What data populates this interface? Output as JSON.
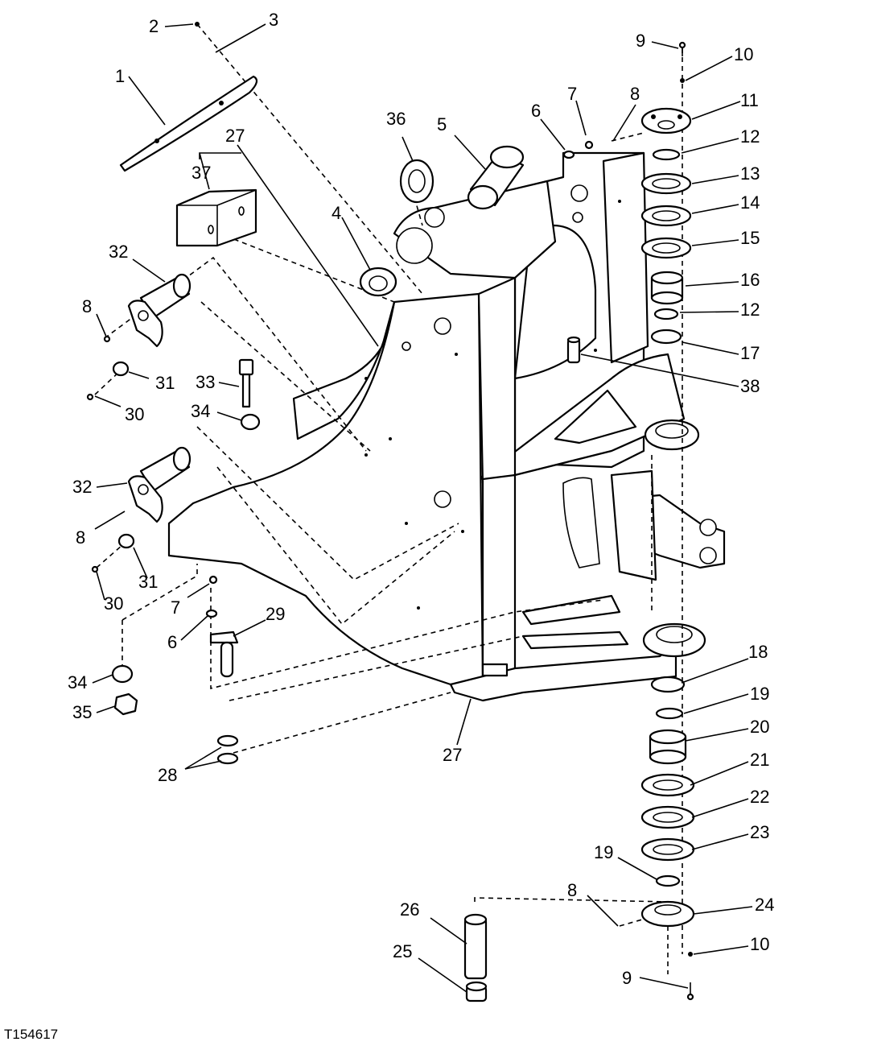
{
  "figure_id": "T154617",
  "callouts": [
    {
      "id": "c-1",
      "label": "1"
    },
    {
      "id": "c-2",
      "label": "2"
    },
    {
      "id": "c-3",
      "label": "3"
    },
    {
      "id": "c-4",
      "label": "4"
    },
    {
      "id": "c-5",
      "label": "5"
    },
    {
      "id": "c-6a",
      "label": "6"
    },
    {
      "id": "c-7a",
      "label": "7"
    },
    {
      "id": "c-8a",
      "label": "8"
    },
    {
      "id": "c-9a",
      "label": "9"
    },
    {
      "id": "c-10a",
      "label": "10"
    },
    {
      "id": "c-11",
      "label": "11"
    },
    {
      "id": "c-12a",
      "label": "12"
    },
    {
      "id": "c-13",
      "label": "13"
    },
    {
      "id": "c-14",
      "label": "14"
    },
    {
      "id": "c-15",
      "label": "15"
    },
    {
      "id": "c-16",
      "label": "16"
    },
    {
      "id": "c-12b",
      "label": "12"
    },
    {
      "id": "c-17",
      "label": "17"
    },
    {
      "id": "c-38",
      "label": "38"
    },
    {
      "id": "c-36",
      "label": "36"
    },
    {
      "id": "c-27a",
      "label": "27"
    },
    {
      "id": "c-37",
      "label": "37"
    },
    {
      "id": "c-32a",
      "label": "32"
    },
    {
      "id": "c-8b",
      "label": "8"
    },
    {
      "id": "c-31a",
      "label": "31"
    },
    {
      "id": "c-30a",
      "label": "30"
    },
    {
      "id": "c-33",
      "label": "33"
    },
    {
      "id": "c-34a",
      "label": "34"
    },
    {
      "id": "c-32b",
      "label": "32"
    },
    {
      "id": "c-8c",
      "label": "8"
    },
    {
      "id": "c-31b",
      "label": "31"
    },
    {
      "id": "c-30b",
      "label": "30"
    },
    {
      "id": "c-7b",
      "label": "7"
    },
    {
      "id": "c-29",
      "label": "29"
    },
    {
      "id": "c-6b",
      "label": "6"
    },
    {
      "id": "c-34b",
      "label": "34"
    },
    {
      "id": "c-35",
      "label": "35"
    },
    {
      "id": "c-28",
      "label": "28"
    },
    {
      "id": "c-27b",
      "label": "27"
    },
    {
      "id": "c-18",
      "label": "18"
    },
    {
      "id": "c-19a",
      "label": "19"
    },
    {
      "id": "c-20",
      "label": "20"
    },
    {
      "id": "c-21",
      "label": "21"
    },
    {
      "id": "c-22",
      "label": "22"
    },
    {
      "id": "c-23",
      "label": "23"
    },
    {
      "id": "c-19b",
      "label": "19"
    },
    {
      "id": "c-8d",
      "label": "8"
    },
    {
      "id": "c-24",
      "label": "24"
    },
    {
      "id": "c-26",
      "label": "26"
    },
    {
      "id": "c-10b",
      "label": "10"
    },
    {
      "id": "c-25",
      "label": "25"
    },
    {
      "id": "c-9b",
      "label": "9"
    }
  ]
}
